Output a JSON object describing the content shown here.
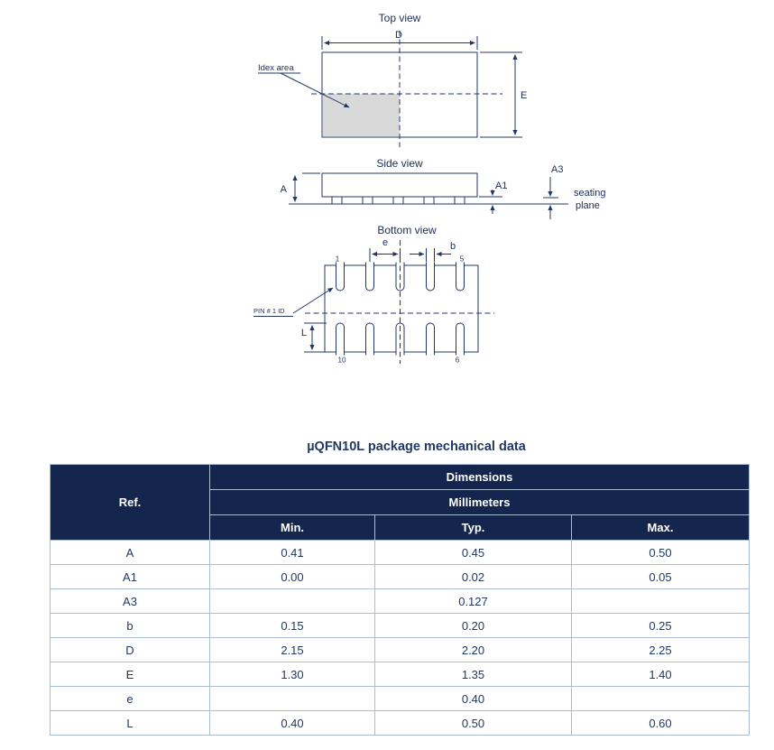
{
  "page": {
    "title": "µQFN10L package mechanical data"
  },
  "diagram": {
    "top_view": {
      "label": "Top view",
      "dim_d": "D",
      "dim_e": "E",
      "index_area_label": "Idex area"
    },
    "side_view": {
      "label": "Side view",
      "dim_a": "A",
      "dim_a1": "A1",
      "dim_a3": "A3",
      "seating_word1": "seating",
      "seating_word2": "plane"
    },
    "bottom_view": {
      "label": "Bottom view",
      "dim_e": "e",
      "dim_b": "b",
      "dim_l": "L",
      "pin1_id_label": "PIN # 1 ID",
      "pin_numbers": {
        "top_left": "1",
        "top_right": "5",
        "bottom_left": "10",
        "bottom_right": "6"
      }
    }
  },
  "table": {
    "ref_header": "Ref.",
    "group_header": "Dimensions",
    "unit_header": "Millimeters",
    "col_headers": [
      "Min.",
      "Typ.",
      "Max."
    ],
    "rows": [
      {
        "ref": "A",
        "min": "0.41",
        "typ": "0.45",
        "max": "0.50"
      },
      {
        "ref": "A1",
        "min": "0.00",
        "typ": "0.02",
        "max": "0.05"
      },
      {
        "ref": "A3",
        "min": "",
        "typ": "0.127",
        "max": ""
      },
      {
        "ref": "b",
        "min": "0.15",
        "typ": "0.20",
        "max": "0.25"
      },
      {
        "ref": "D",
        "min": "2.15",
        "typ": "2.20",
        "max": "2.25"
      },
      {
        "ref": "E",
        "min": "1.30",
        "typ": "1.35",
        "max": "1.40"
      },
      {
        "ref": "e",
        "min": "",
        "typ": "0.40",
        "max": ""
      },
      {
        "ref": "L",
        "min": "0.40",
        "typ": "0.50",
        "max": "0.60"
      }
    ]
  },
  "colors": {
    "header_bg": "#15264e",
    "table_text": "#1f3864",
    "table_border": "#aabbd4",
    "diagram_ink": "#1c2c54",
    "diagram_line": "#233764",
    "index_area_fill": "#d9d9d9"
  }
}
